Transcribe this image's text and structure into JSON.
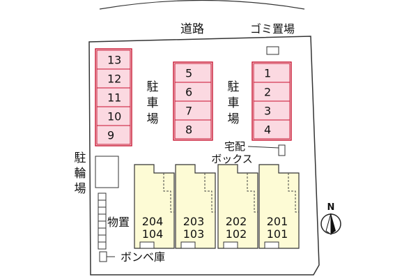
{
  "road_label": "道路",
  "garbage_label": "ゴミ置場",
  "parking_label_chars": [
    "駐",
    "車",
    "場"
  ],
  "bicycle_label_chars": [
    "駐",
    "輪",
    "場"
  ],
  "delivery_box_label": [
    "宅配",
    "ボックス"
  ],
  "storage_label": "物置",
  "gas_cylinder_label": "ボンベ庫",
  "north_label": "N",
  "parking_left": [
    "13",
    "12",
    "11",
    "10",
    "9"
  ],
  "parking_center": [
    "5",
    "6",
    "7",
    "8"
  ],
  "parking_right": [
    "1",
    "2",
    "3",
    "4"
  ],
  "units": [
    {
      "upper": "204",
      "lower": "104"
    },
    {
      "upper": "203",
      "lower": "103"
    },
    {
      "upper": "202",
      "lower": "102"
    },
    {
      "upper": "201",
      "lower": "101"
    }
  ],
  "colors": {
    "parking_fill": "#fbd9e1",
    "parking_stroke": "#c8102e",
    "building_fill": "#fdfbd5",
    "outline": "#333333"
  }
}
